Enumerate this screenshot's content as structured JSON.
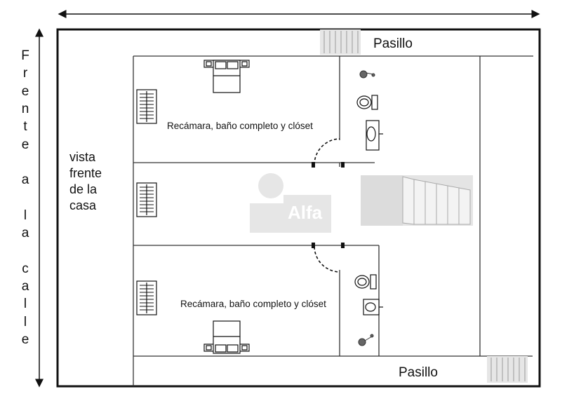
{
  "street_side_label": {
    "words": [
      "Frente",
      "a",
      "la",
      "calle"
    ]
  },
  "front_view_label": {
    "lines": [
      "vista",
      "frente",
      "de la",
      "casa"
    ]
  },
  "hallway_top": {
    "label": "Pasillo"
  },
  "hallway_bottom": {
    "label": "Pasillo"
  },
  "bedroom_top": {
    "label": "Recámara, baño completo y clóset"
  },
  "bedroom_bottom": {
    "label": "Recámara, baño completo y clóset"
  },
  "watermark": {
    "text": "Alfa"
  },
  "colors": {
    "wall": "#111111",
    "thin_wall": "#444444",
    "stairs_fill": "#e4e4e4",
    "watermark": "#d9d9d9"
  }
}
